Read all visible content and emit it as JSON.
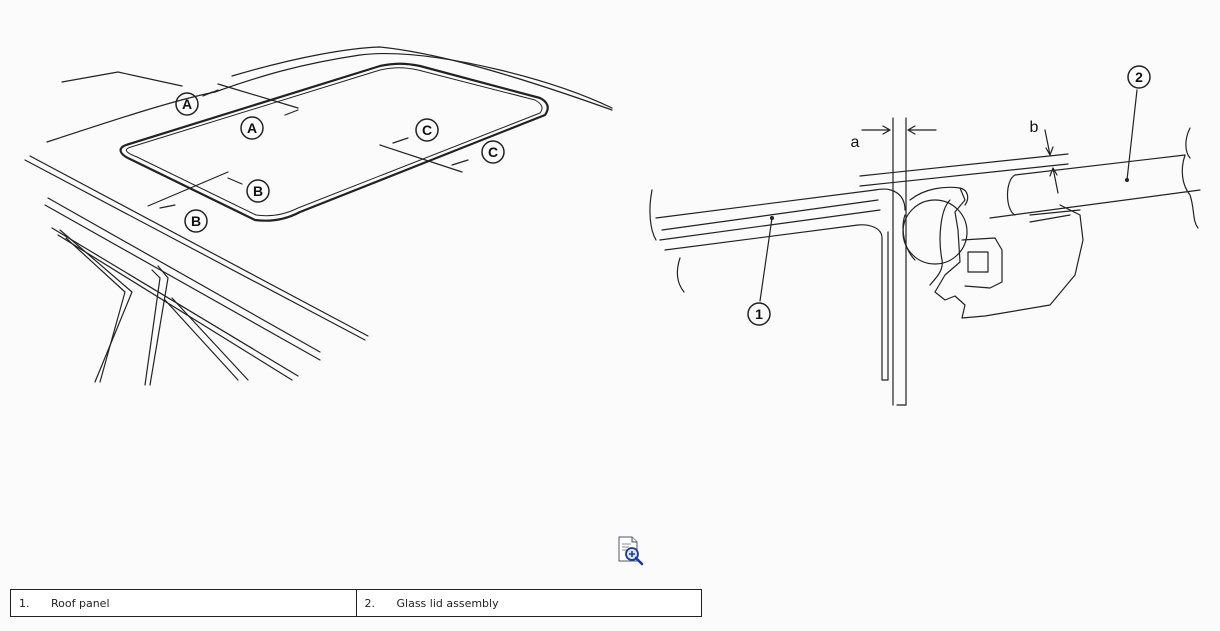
{
  "left_figure": {
    "callouts": [
      "A",
      "A",
      "B",
      "B",
      "C",
      "C"
    ]
  },
  "right_figure": {
    "dimensions": [
      "a",
      "b"
    ],
    "callouts": [
      "1",
      "2"
    ]
  },
  "zoom": {
    "icon": "zoom-in-document-icon"
  },
  "legend": {
    "items": [
      {
        "num": "1.",
        "label": "Roof panel"
      },
      {
        "num": "2.",
        "label": "Glass lid assembly"
      }
    ]
  }
}
